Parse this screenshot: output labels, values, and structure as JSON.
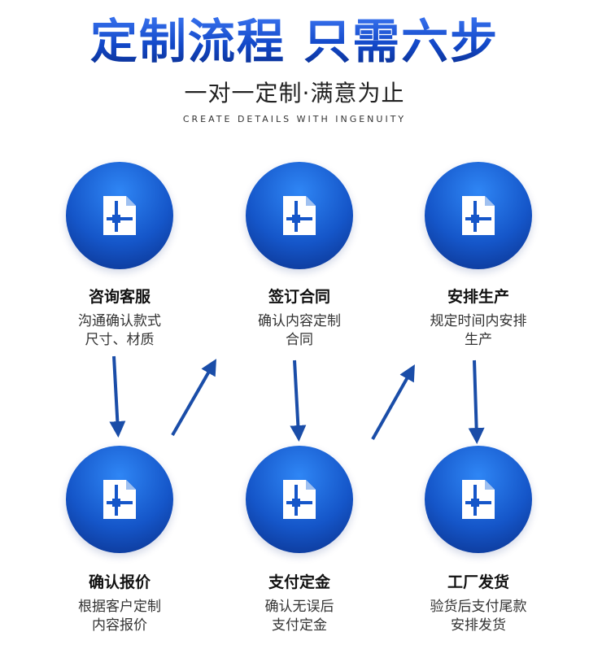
{
  "header": {
    "title": "定制流程 只需六步",
    "subtitle": "一对一定制·满意为止",
    "subtitle_en": "CREATE DETAILS WITH INGENUITY"
  },
  "steps": [
    {
      "title": "咨询客服",
      "desc": [
        "沟通确认款式",
        "尺寸、材质"
      ],
      "icon": "document-icon"
    },
    {
      "title": "签订合同",
      "desc": [
        "确认内容定制",
        "合同"
      ],
      "icon": "document-icon"
    },
    {
      "title": "安排生产",
      "desc": [
        "规定时间内安排",
        "生产"
      ],
      "icon": "document-icon"
    },
    {
      "title": "确认报价",
      "desc": [
        "根据客户定制",
        "内容报价"
      ],
      "icon": "document-icon"
    },
    {
      "title": "支付定金",
      "desc": [
        "确认无误后",
        "支付定金"
      ],
      "icon": "document-icon"
    },
    {
      "title": "工厂发货",
      "desc": [
        "验货后支付尾款",
        "安排发货"
      ],
      "icon": "document-icon"
    }
  ],
  "colors": {
    "primary": "#1556c9",
    "arrow": "#1a4da8"
  }
}
